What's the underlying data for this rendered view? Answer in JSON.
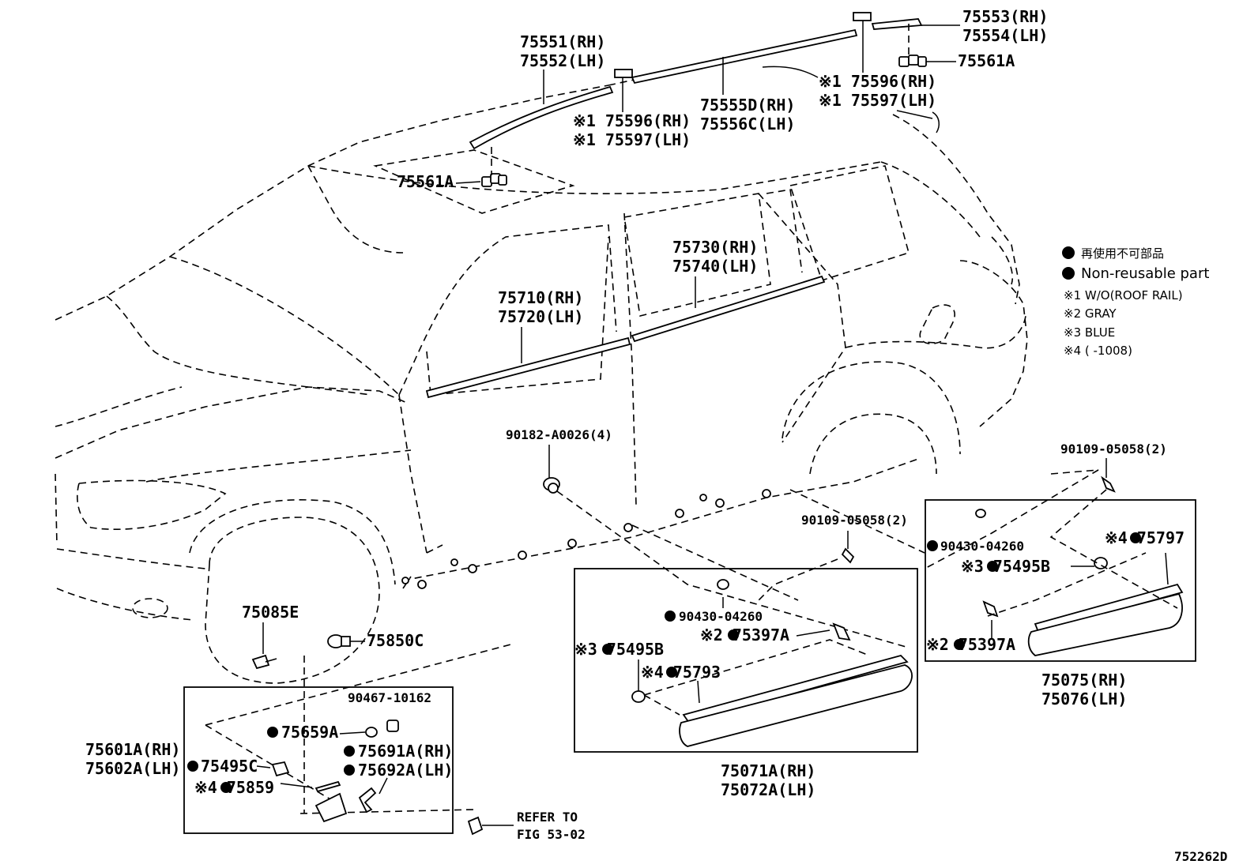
{
  "legend": {
    "non_reusable_jp": "再使用不可部品",
    "non_reusable_en": "Non-reusable part",
    "note1": "※1 W/O(ROOF RAIL)",
    "note2": "※2 GRAY",
    "note3": "※3 BLUE",
    "note4": "※4 (       -1008)"
  },
  "callouts": {
    "roof_molding_front": [
      "75551(RH)",
      "75552(LH)"
    ],
    "roof_molding_rear": [
      "75553(RH)",
      "75554(LH)"
    ],
    "roof_clip_rear": "75561A",
    "roof_clip_front": "75561A",
    "roof_cover_front": [
      "※1 75596(RH)",
      "※1 75597(LH)"
    ],
    "roof_cover_rear": [
      "※1 75596(RH)",
      "※1 75597(LH)"
    ],
    "roof_molding_center": [
      "75555D(RH)",
      "75556C(LH)"
    ],
    "front_door_belt": [
      "75710(RH)",
      "75720(LH)"
    ],
    "rear_door_belt": [
      "75730(RH)",
      "75740(LH)"
    ],
    "screw_rocker": "90182-A0026(4)",
    "screw_mid": "90109-05058(2)",
    "screw_rear": "90109-05058(2)",
    "washer_mid": "90430-04260",
    "washer_rear": "90430-04260",
    "clip_blue_rear": "※3 75495B",
    "clip_gray_mid": "※2 75397A",
    "clip_blue_mid": "※3 75495B",
    "pad_mid": "※4 75793",
    "pad_rear": "※4 75797",
    "clip_gray_rear": "※2 75397A",
    "rocker_front": [
      "75071A(RH)",
      "75072A(LH)"
    ],
    "rocker_rear": [
      "75075(RH)",
      "75076(LH)"
    ],
    "fender_clip_bolt": "75085E",
    "fender_clip": "75850C",
    "fender_nut": "90467-10162",
    "fender_piece": [
      "75601A(RH)",
      "75602A(LH)"
    ],
    "fender_seal": "75659A",
    "fender_clip_c": "75495C",
    "fender_pad": "※4 75859",
    "fender_bracket": [
      "75691A(RH)",
      "75692A(LH)"
    ],
    "refer": [
      "REFER TO",
      "FIG 53-02"
    ]
  },
  "diagram_id": "752262D"
}
